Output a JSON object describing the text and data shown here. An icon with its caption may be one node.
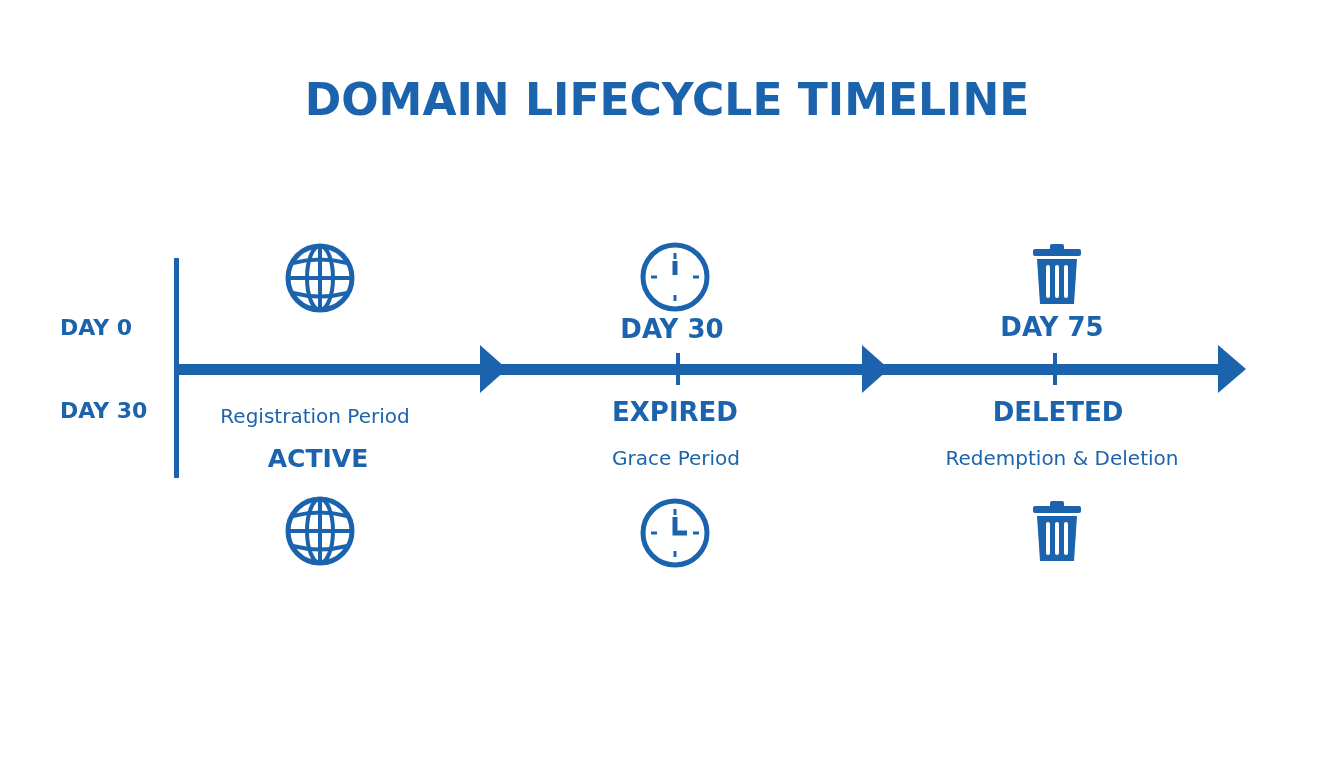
{
  "diagram": {
    "title": "DOMAIN LIFECYCLE TIMELINE",
    "labels": [
      "DAY 0",
      "DAY 30",
      "DAY 30",
      "DAY 75",
      "Registration Period",
      "EXPIRED",
      "DELETED",
      "ACTIVE",
      "Grace Period",
      "Redemption & Deletion"
    ]
  }
}
